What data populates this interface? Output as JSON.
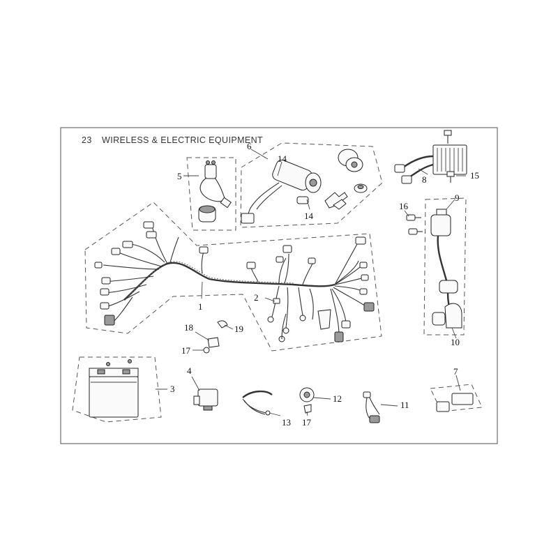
{
  "title": {
    "number": "23",
    "text": "WIRELESS & ELECTRIC EQUIPMENT"
  },
  "callouts": [
    {
      "id": "c1",
      "label": "1"
    },
    {
      "id": "c2",
      "label": "2"
    },
    {
      "id": "c3",
      "label": "3"
    },
    {
      "id": "c4",
      "label": "4"
    },
    {
      "id": "c5",
      "label": "5"
    },
    {
      "id": "c6",
      "label": "6"
    },
    {
      "id": "c7",
      "label": "7"
    },
    {
      "id": "c8",
      "label": "8"
    },
    {
      "id": "c9",
      "label": "9"
    },
    {
      "id": "c10",
      "label": "10"
    },
    {
      "id": "c11",
      "label": "11"
    },
    {
      "id": "c12",
      "label": "12"
    },
    {
      "id": "c13",
      "label": "13"
    },
    {
      "id": "c14a",
      "label": "14"
    },
    {
      "id": "c14b",
      "label": "14"
    },
    {
      "id": "c15",
      "label": "15"
    },
    {
      "id": "c16",
      "label": "16"
    },
    {
      "id": "c17a",
      "label": "17"
    },
    {
      "id": "c17b",
      "label": "17"
    },
    {
      "id": "c18",
      "label": "18"
    },
    {
      "id": "c19",
      "label": "19"
    }
  ]
}
